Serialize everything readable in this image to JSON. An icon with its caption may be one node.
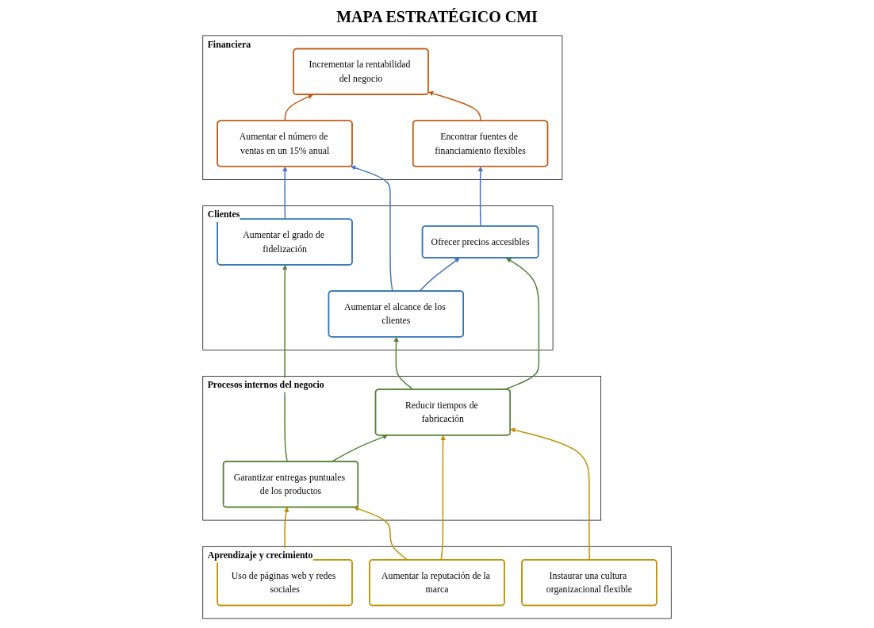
{
  "diagram": {
    "title": "MAPA ESTRATÉGICO CMI",
    "nodes": [
      {
        "text": [
          "Financiera"
        ]
      },
      {
        "text": [
          "Aumentar el número de ventas en un 15% anual"
        ],
        "in": 0
      },
      {
        "text": [
          "Incrementar la rentabilidad del negocio"
        ],
        "in": 0
      },
      {
        "text": [
          "Encontrar fuentes de financiamiento flexibles"
        ],
        "in": 0
      },
      {
        "text": [
          "Clientes"
        ]
      },
      {
        "text": [
          "Aumentar el grado de fidelización"
        ],
        "in": 4
      },
      {
        "text": [
          "Aumentar el alcance de los clientes"
        ],
        "in": 4
      },
      {
        "text": [
          "Ofrecer precios accesibles"
        ],
        "in": 4
      },
      {
        "text": [
          "Procesos internos del negocio"
        ]
      },
      {
        "text": [
          "Garantizar entregas puntuales de los productos"
        ],
        "in": 8
      },
      {
        "text": [
          "Reducir tiempos de fabricación"
        ],
        "in": 8
      },
      {
        "text": [
          "Aprendizaje y crecimiento"
        ]
      },
      {
        "text": [
          "Uso de páginas web y redes sociales"
        ],
        "in": 11
      },
      {
        "text": [
          "Aumentar la reputación de la marca"
        ],
        "in": 11
      },
      {
        "text": [
          "Instaurar una cultura organizacional flexible"
        ],
        "in": 11
      }
    ],
    "edges": [
      {
        "from": 1,
        "to": 2,
        "arrow": "to",
        "color": "#c55a11"
      },
      {
        "from": 3,
        "to": 2,
        "arrow": "to",
        "color": "#c55a11"
      },
      {
        "from": 5,
        "to": 1,
        "arrow": "to",
        "color": "#4472c4"
      },
      {
        "from": 6,
        "to": 1,
        "arrow": "to",
        "color": "#4472c4"
      },
      {
        "from": 6,
        "to": 7,
        "arrow": "to",
        "color": "#4472c4"
      },
      {
        "from": 7,
        "to": 3,
        "arrow": "to",
        "color": "#4472c4"
      },
      {
        "from": 9,
        "to": 5,
        "arrow": "to",
        "color": "#548235"
      },
      {
        "from": 9,
        "to": 10,
        "arrow": "to",
        "color": "#548235"
      },
      {
        "from": 10,
        "to": 6,
        "arrow": "to",
        "color": "#548235"
      },
      {
        "from": 10,
        "to": 7,
        "arrow": "to",
        "color": "#548235"
      },
      {
        "from": 12,
        "to": 9,
        "arrow": "to",
        "color": "#bf9000"
      },
      {
        "from": 13,
        "to": 9,
        "arrow": "to",
        "color": "#bf9000"
      },
      {
        "from": 13,
        "to": 10,
        "arrow": "to",
        "color": "#bf9000"
      },
      {
        "from": 14,
        "to": 10,
        "arrow": "to",
        "color": "#bf9000"
      }
    ]
  }
}
